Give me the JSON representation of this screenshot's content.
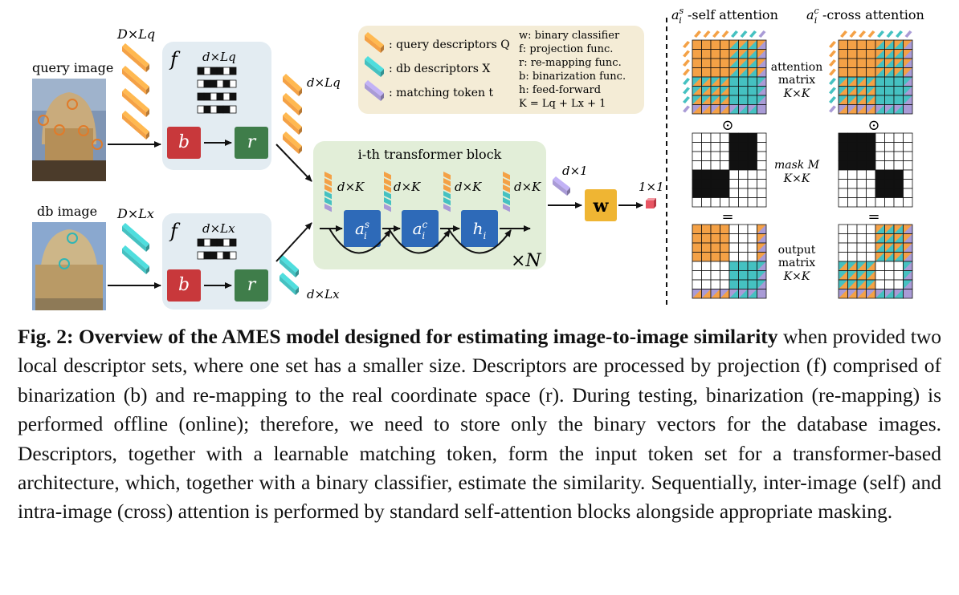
{
  "figure": {
    "query_image_label": "query image",
    "db_image_label": "db image",
    "dims": {
      "query_in": "D×Lq",
      "db_in": "D×Lx",
      "query_proj": "d×Lq",
      "db_proj": "d×Lx",
      "query_out": "d×Lq",
      "db_out": "d×Lx",
      "block_in": "d×K",
      "token_out": "d×1",
      "score": "1×1"
    },
    "proj_func": "f",
    "binarize": "b",
    "remap": "r",
    "transformer_title": "i-th transformer block",
    "repeat": "×N",
    "classifier": "w",
    "legend": {
      "query": ": query descriptors Q",
      "db": ": db descriptors X",
      "token": ": matching token t",
      "w": "w: binary classifier",
      "f": "f: projection func.",
      "r": "r: re-mapping func.",
      "b": "b: binarization func.",
      "h": "h: feed-forward",
      "k": "K = Lq + Lx + 1"
    },
    "self_attn_title": "-self attention",
    "cross_attn_title": "-cross attention",
    "attention_matrix": [
      "attention",
      "matrix",
      "K×K"
    ],
    "mask_label": [
      "mask M",
      "K×K"
    ],
    "output_matrix": [
      "output",
      "matrix",
      "K×K"
    ],
    "odot": "⊙",
    "equals": "="
  },
  "caption": {
    "fig_label": "Fig. 2:",
    "bold_title": "Overview of the AMES model designed for estimating image-to-image similarity",
    "text": "when provided two local descriptor sets, where one set has a smaller size. Descriptors are processed by projection (f) comprised of binarization (b) and re-mapping to the real coordinate space (r). During testing, binarization (re-mapping) is performed offline (online); therefore, we need to store only the binary vectors for the database images. Descriptors, together with a learnable matching token, form the input token set for a transformer-based architecture, which, together with a binary classifier, estimate the similarity. Sequentially, inter-image (self) and intra-image (cross) attention is performed by standard self-attention blocks alongside appropriate masking."
  },
  "colors": {
    "query": "#f4a146",
    "db": "#45c1c1",
    "token": "#a99bd6",
    "proj_bg": "#e3ecf2",
    "transformer_bg": "#e2eed8",
    "legend_bg": "#f4ecd6",
    "binarize": "#c8383b",
    "remap": "#3f7d4a",
    "attn": "#2e6ab8",
    "classifier": "#efb533",
    "score": "#e85563"
  }
}
